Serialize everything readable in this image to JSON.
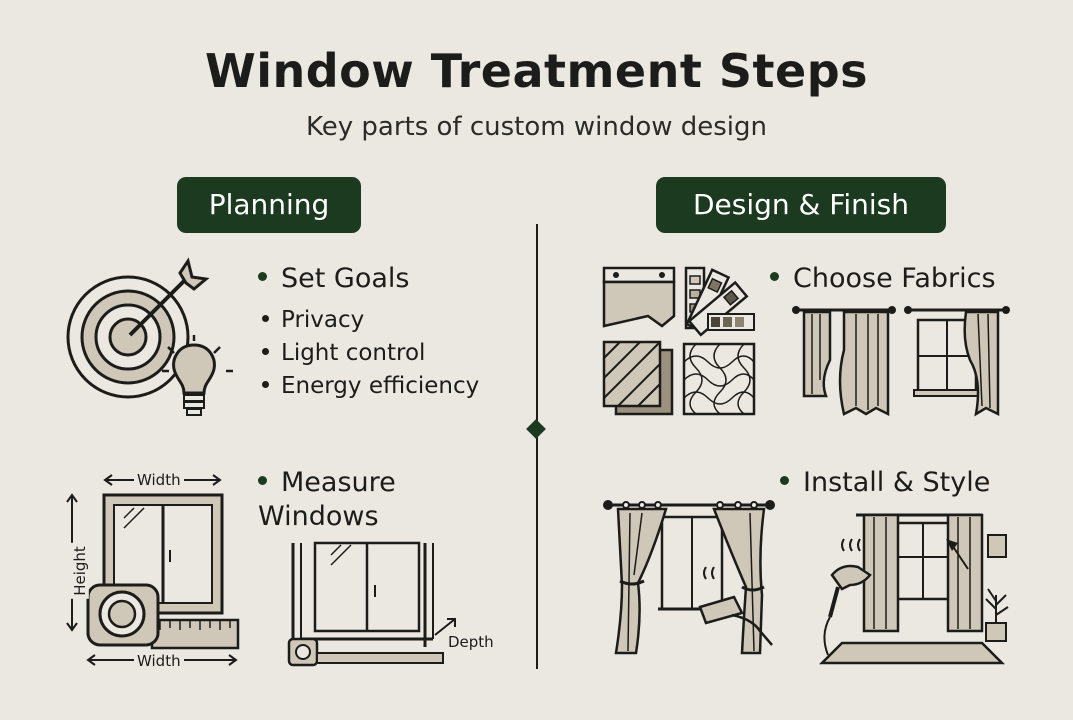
{
  "title": "Window Treatment Steps",
  "subtitle": "Key parts of custom window design",
  "sections": {
    "left": {
      "label": "Planning"
    },
    "right": {
      "label": "Design & Finish"
    }
  },
  "steps": {
    "set_goals": {
      "title": "Set Goals",
      "items": [
        "Privacy",
        "Light control",
        "Energy efficiency"
      ]
    },
    "measure": {
      "title_line1": "Measure",
      "title_line2": "Windows"
    },
    "choose_fabrics": {
      "title": "Choose Fabrics"
    },
    "install_style": {
      "title": "Install & Style"
    }
  },
  "measure_labels": {
    "width_top": "Width",
    "height": "Height",
    "width_bottom": "Width",
    "depth": "Depth"
  },
  "icons": [
    "target-icon",
    "lightbulb-icon",
    "window-frame-icon",
    "tape-measure-icon",
    "window-depth-icon",
    "fabric-swatch-icon",
    "color-fan-icon",
    "striped-swatch-icon",
    "pattern-swatch-icon",
    "curtain-icon",
    "window-curtain-icon",
    "steamer-icon",
    "plant-icon"
  ],
  "colors": {
    "background": "#ebe8e2",
    "accent": "#1c3a1f",
    "fill": "#cfc7b8",
    "ink": "#1c1c1a"
  }
}
